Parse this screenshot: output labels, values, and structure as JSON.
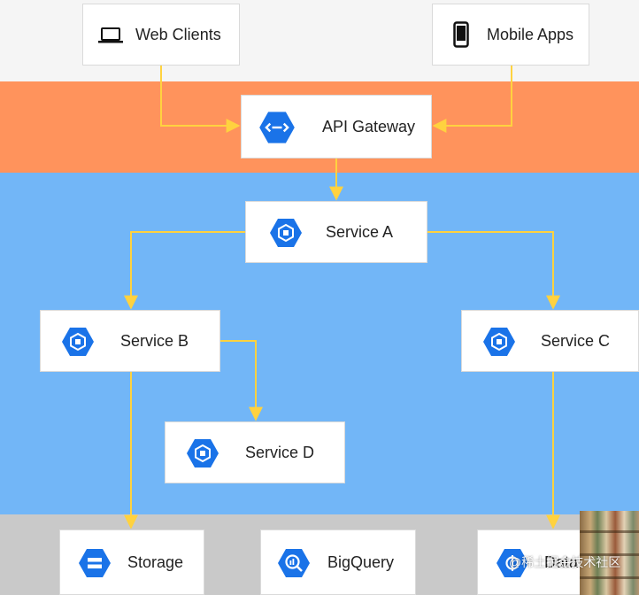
{
  "colors": {
    "top_band": "#f5f5f5",
    "gateway_band": "#ff935c",
    "services_band": "#72b6f7",
    "storage_band": "#c9c9c9",
    "connector": "#ffd23f",
    "hex_icon": "#1a73e8"
  },
  "clients": {
    "web": {
      "label": "Web Clients",
      "icon": "laptop-icon"
    },
    "mobile": {
      "label": "Mobile Apps",
      "icon": "smartphone-icon"
    }
  },
  "gateway": {
    "label": "API Gateway",
    "icon": "api-gateway-icon"
  },
  "services": {
    "a": {
      "label": "Service A",
      "icon": "compute-icon"
    },
    "b": {
      "label": "Service B",
      "icon": "compute-icon"
    },
    "c": {
      "label": "Service C",
      "icon": "compute-icon"
    },
    "d": {
      "label": "Service D",
      "icon": "compute-icon"
    }
  },
  "storage_layer": {
    "storage": {
      "label": "Storage",
      "icon": "storage-icon"
    },
    "bigquery": {
      "label": "BigQuery",
      "icon": "bigquery-icon"
    },
    "data": {
      "label": "Data",
      "icon": "datastore-icon"
    }
  },
  "watermark": "@稀土掘金技术社区"
}
